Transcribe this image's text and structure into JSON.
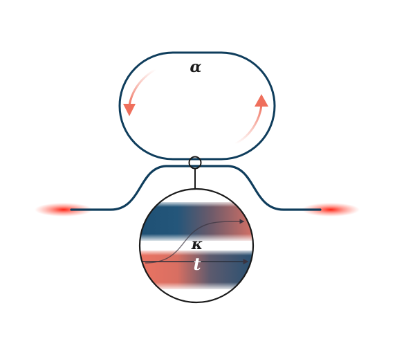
{
  "diagram": {
    "type": "ring-resonator-schematic",
    "ring": {
      "label": "α",
      "stroke_color": "#0f3d5c",
      "circulation_arrows": [
        "counter-clockwise-left",
        "counter-clockwise-right"
      ],
      "arrow_color": "#ef6f5c"
    },
    "bus_waveguide": {
      "stroke_color": "#0f3d5c",
      "input_glow_color": "#ff2a1a",
      "output_glow_color": "#ff2a1a"
    },
    "coupling_point": {
      "stroke_color": "#1a1a1a"
    },
    "inset": {
      "stroke_color": "#1a1a1a",
      "coupling_label": "κ",
      "transmission_label": "t",
      "mode_colors": {
        "blue": "#1d4f73",
        "red": "#e8715f",
        "gap": "#ffffff"
      }
    }
  }
}
